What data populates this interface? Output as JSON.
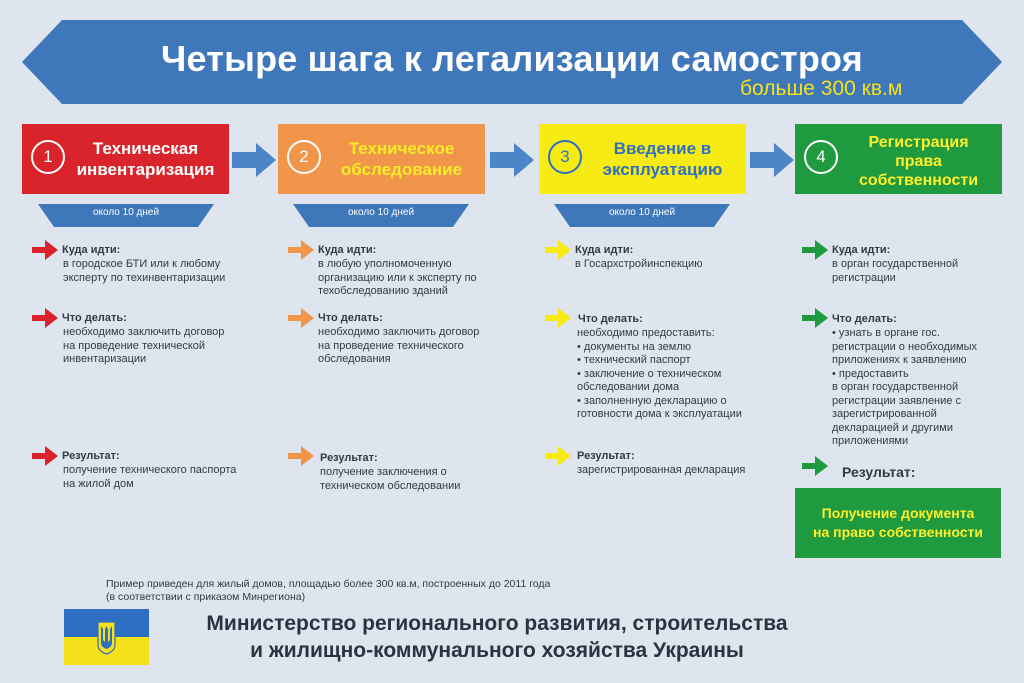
{
  "header": {
    "title": "Четыре шага к легализации самостроя",
    "subtitle": "больше 300 кв.м"
  },
  "colors": {
    "banner": "#3f77bb",
    "step1": "#d8242a",
    "step2": "#f0954a",
    "step3": "#f6ec14",
    "step4": "#1f9a3e",
    "duration": "#3f77bb",
    "connector": "#4c86c8"
  },
  "steps": [
    {
      "number": "1",
      "title": "Техническая\nинвентаризация",
      "duration": "около 10 дней",
      "where_heading": "Куда идти:",
      "where_text": "в городское БТИ или к любому\nэксперту по техинвентаризации",
      "todo_heading": "Что делать:",
      "todo_text": "необходимо заключить договор\nна проведение технической\nинвентаризации",
      "result_heading": "Результат:",
      "result_text": "получение технического паспорта\nна жилой дом"
    },
    {
      "number": "2",
      "title": "Техническое\nобследование",
      "duration": "около 10 дней",
      "where_heading": "Куда идти:",
      "where_text": "в любую уполномоченную\nорганизацию или к эксперту по\nтехобследованию зданий",
      "todo_heading": "Что делать:",
      "todo_text": "необходимо заключить договор\nна проведение технического\nобследования",
      "result_heading": "Результат:",
      "result_text": "получение заключения о\nтехническом обследовании"
    },
    {
      "number": "3",
      "title": "Введение в\nэксплуатацию",
      "duration": "около 10 дней",
      "where_heading": "Куда идти:",
      "where_text": "в Госархстройинспекцию",
      "todo_heading": "Что делать:",
      "todo_text": "необходимо предоставить:\n• документы на землю\n• технический паспорт\n• заключение о техническом\n  обследовании дома\n• заполненную декларацию о\n  готовности дома к эксплуатации",
      "result_heading": "Результат:",
      "result_text": "зарегистрированная декларация"
    },
    {
      "number": "4",
      "title": "Регистрация\nправа\nсобственности",
      "where_heading": "Куда идти:",
      "where_text": "в орган государственной\nрегистрации",
      "todo_heading": "Что делать:",
      "todo_text": "• узнать в органе гос.\nрегистрации о необходимых\nприложениях к заявлению\n• предоставить\nв орган государственной\nрегистрации заявление с\nзарегистрированной\nдекларацией и другими\nприложениями",
      "result_heading": "Результат:",
      "result_box": "Получение документа\nна право собственности"
    }
  ],
  "footnote": "Пример приведен для жилый домов, площадью более 300 кв.м, построенных до 2011 года\n(в соответствии с приказом Минрегиона)",
  "footer": {
    "ministry": "Министерство регионального развития, строительства\nи жилищно-коммунального хозяйства Украины",
    "flag_icon": "ukraine-flag-trident-icon"
  }
}
